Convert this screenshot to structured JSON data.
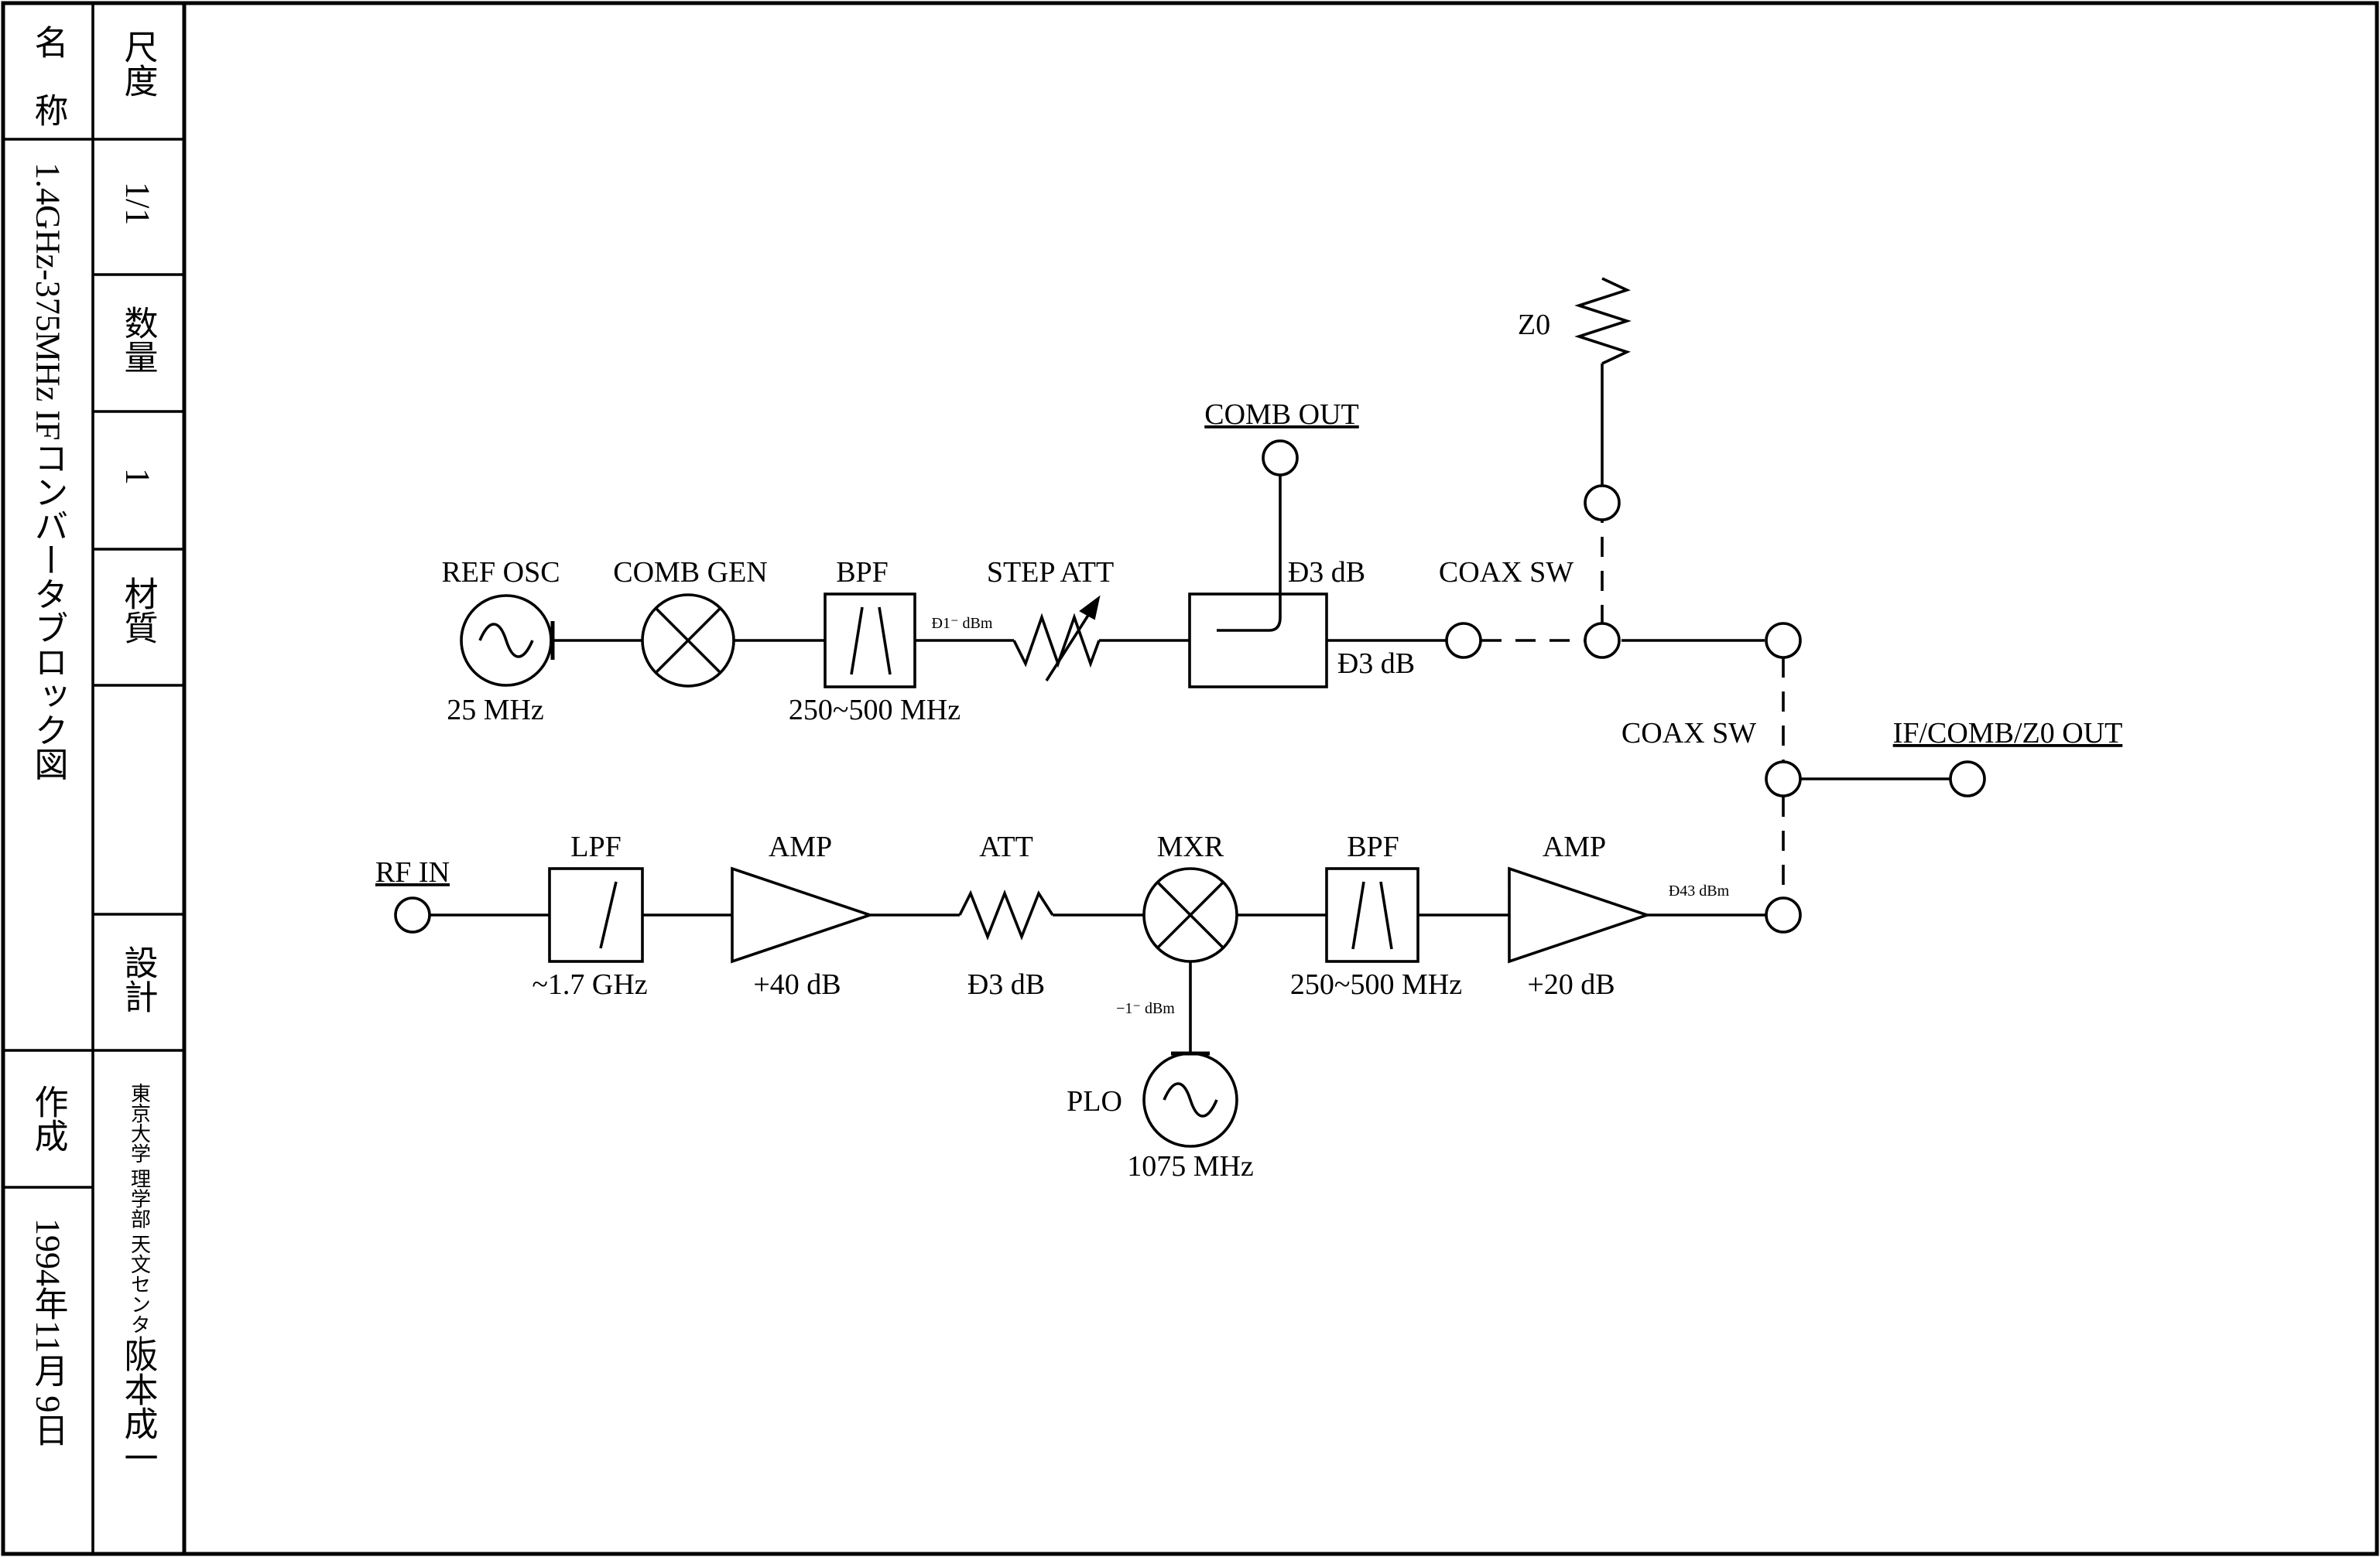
{
  "title_block": {
    "name_label": "名　称",
    "name_value": "1.4GHz-375MHz IFコンバータブロック図",
    "scale_label": "尺度",
    "scale_value": "1/1",
    "quantity_label": "数量",
    "quantity_value": "1",
    "material_label": "材質",
    "material_value": "",
    "design_label": "設計",
    "creation_label": "作成",
    "date_value": "1994年11月 9日",
    "org_value": "東京大学 理学部 天文センター",
    "designer_value": "阪本成一"
  },
  "diagram": {
    "top_chain": {
      "ref_osc": "REF OSC",
      "ref_osc_freq": "25 MHz",
      "comb_gen": "COMB GEN",
      "bpf": "BPF",
      "bpf_band": "250~500 MHz",
      "bpf_level": "Ð1⁻ dBm",
      "step_att": "STEP ATT",
      "coupler_coupled": "Ð3 dB",
      "coupler_through": "Ð3 dB",
      "comb_out": "COMB OUT",
      "coax_sw_top": "COAX SW",
      "z0": "Z0"
    },
    "bottom_chain": {
      "rf_in": "RF IN",
      "lpf": "LPF",
      "lpf_cutoff": "~1.7 GHz",
      "amp1": "AMP",
      "amp1_gain": "+40 dB",
      "att": "ATT",
      "att_value": "Ð3 dB",
      "mxr": "MXR",
      "lo_level": "−1⁻ dBm",
      "plo": "PLO",
      "plo_freq": "1075 MHz",
      "bpf": "BPF",
      "bpf_band": "250~500 MHz",
      "amp2": "AMP",
      "amp2_gain": "+20 dB",
      "out_level": "Ð43 dBm"
    },
    "output": {
      "coax_sw_out": "COAX SW",
      "if_out": "IF/COMB/Z0 OUT"
    }
  }
}
